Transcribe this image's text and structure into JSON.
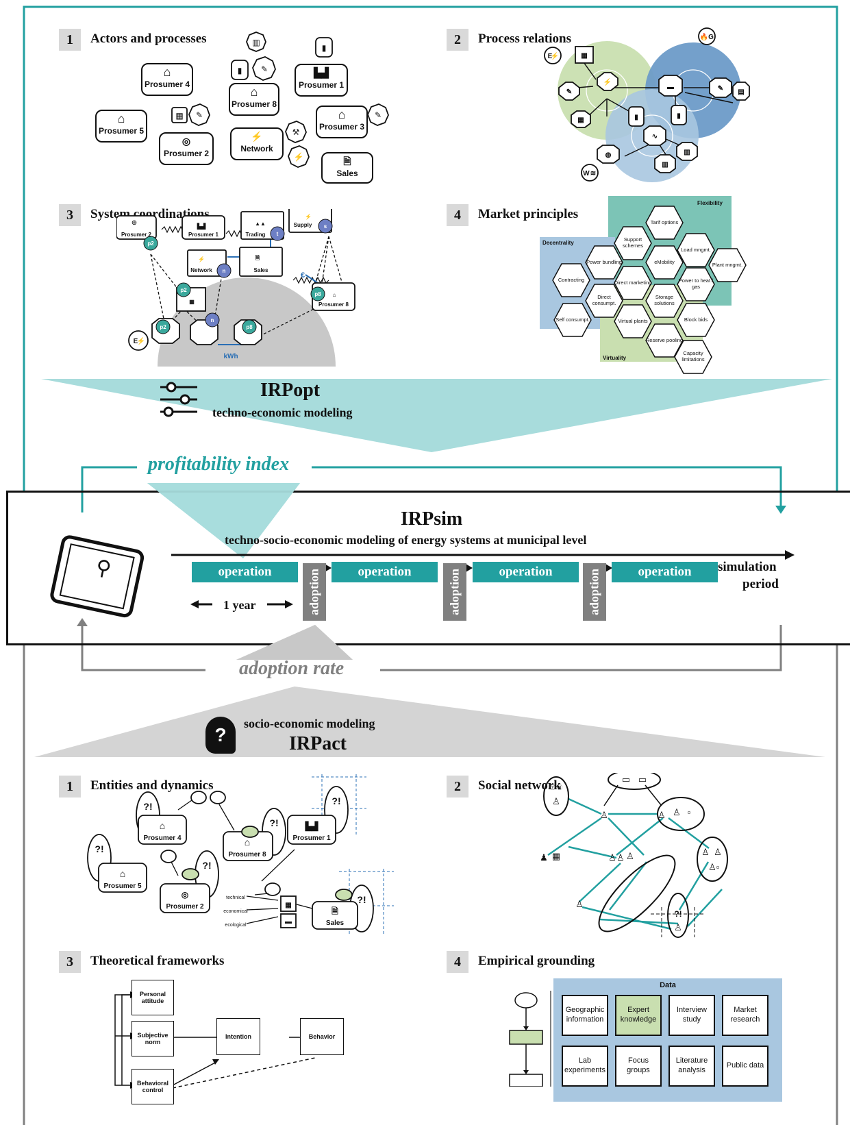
{
  "colors": {
    "teal": "#22a0a0",
    "teal_light": "#a8dcdc",
    "gray": "#808080",
    "gray_light": "#d4d4d4",
    "green": "#c9dfb0",
    "blue": "#a9c7e0",
    "node": "#6d7fc4"
  },
  "irpopt": {
    "panels": [
      {
        "num": "1",
        "title": "Actors and processes"
      },
      {
        "num": "2",
        "title": "Process relations"
      },
      {
        "num": "3",
        "title": "System coordinations"
      },
      {
        "num": "4",
        "title": "Market principles"
      }
    ],
    "actors": [
      "Prosumer 4",
      "Prosumer 5",
      "Prosumer 2",
      "Prosumer 8",
      "Network",
      "Prosumer 1",
      "Prosumer 3",
      "Sales"
    ],
    "relation_badges": {
      "e": "E",
      "g": "G",
      "w": "W"
    },
    "coordination": {
      "labels": [
        "Prosumer 2",
        "Prosumer 1",
        "Trading",
        "Supply",
        "Network",
        "Sales",
        "Prosumer 8"
      ],
      "nodes": [
        "p2",
        "p2",
        "p2",
        "n",
        "n",
        "t",
        "s",
        "p8",
        "p8"
      ],
      "euro": "€",
      "kwh": "kWh",
      "e_badge": "E"
    },
    "market": {
      "regions": [
        "Flexibility",
        "Decentrality",
        "Virtuality"
      ],
      "hexes": [
        "Tarif options",
        "Support schemes",
        "Load mngmt.",
        "Power bundling",
        "eMobility",
        "Plant mngmt.",
        "Contracting",
        "Direct marketing",
        "Power to heat / gas",
        "Direct consumpt.",
        "Storage solutions",
        "Self consumpt.",
        "Virtual plants",
        "Block bids",
        "Reserve pooling",
        "Capacity limitations"
      ]
    },
    "banner_title": "IRPopt",
    "banner_subtitle": "techno-economic modeling"
  },
  "profitability_index": "profitability index",
  "irpsim": {
    "title": "IRPsim",
    "subtitle": "techno-socio-economic modeling of energy systems at municipal level",
    "operations": [
      "operation",
      "operation",
      "operation",
      "operation"
    ],
    "adoptions": [
      "adoption",
      "adoption",
      "adoption"
    ],
    "year_label": "1 year",
    "period_label_1": "simulation",
    "period_label_2": "period"
  },
  "adoption_rate": "adoption rate",
  "irpact": {
    "banner_subtitle": "socio-economic modeling",
    "banner_title": "IRPact",
    "panels": [
      {
        "num": "1",
        "title": "Entities and dynamics"
      },
      {
        "num": "2",
        "title": "Social network"
      },
      {
        "num": "3",
        "title": "Theoretical frameworks"
      },
      {
        "num": "4",
        "title": "Empirical grounding"
      }
    ],
    "entities": [
      "Prosumer 4",
      "Prosumer 8",
      "Prosumer 1",
      "Prosumer 5",
      "Prosumer 2",
      "Sales"
    ],
    "qmark": "?!",
    "criteria": [
      "technical",
      "economical",
      "ecological"
    ],
    "tpb": {
      "attitude": "Personal attitude",
      "norm": "Subjective norm",
      "control": "Behavioral control",
      "intention": "Intention",
      "behavior": "Behavior"
    },
    "data": {
      "title": "Data",
      "cells": [
        "Geographic information",
        "Expert knowledge",
        "Interview study",
        "Market research",
        "Lab experiments",
        "Focus groups",
        "Literature analysis",
        "Public data"
      ]
    }
  }
}
